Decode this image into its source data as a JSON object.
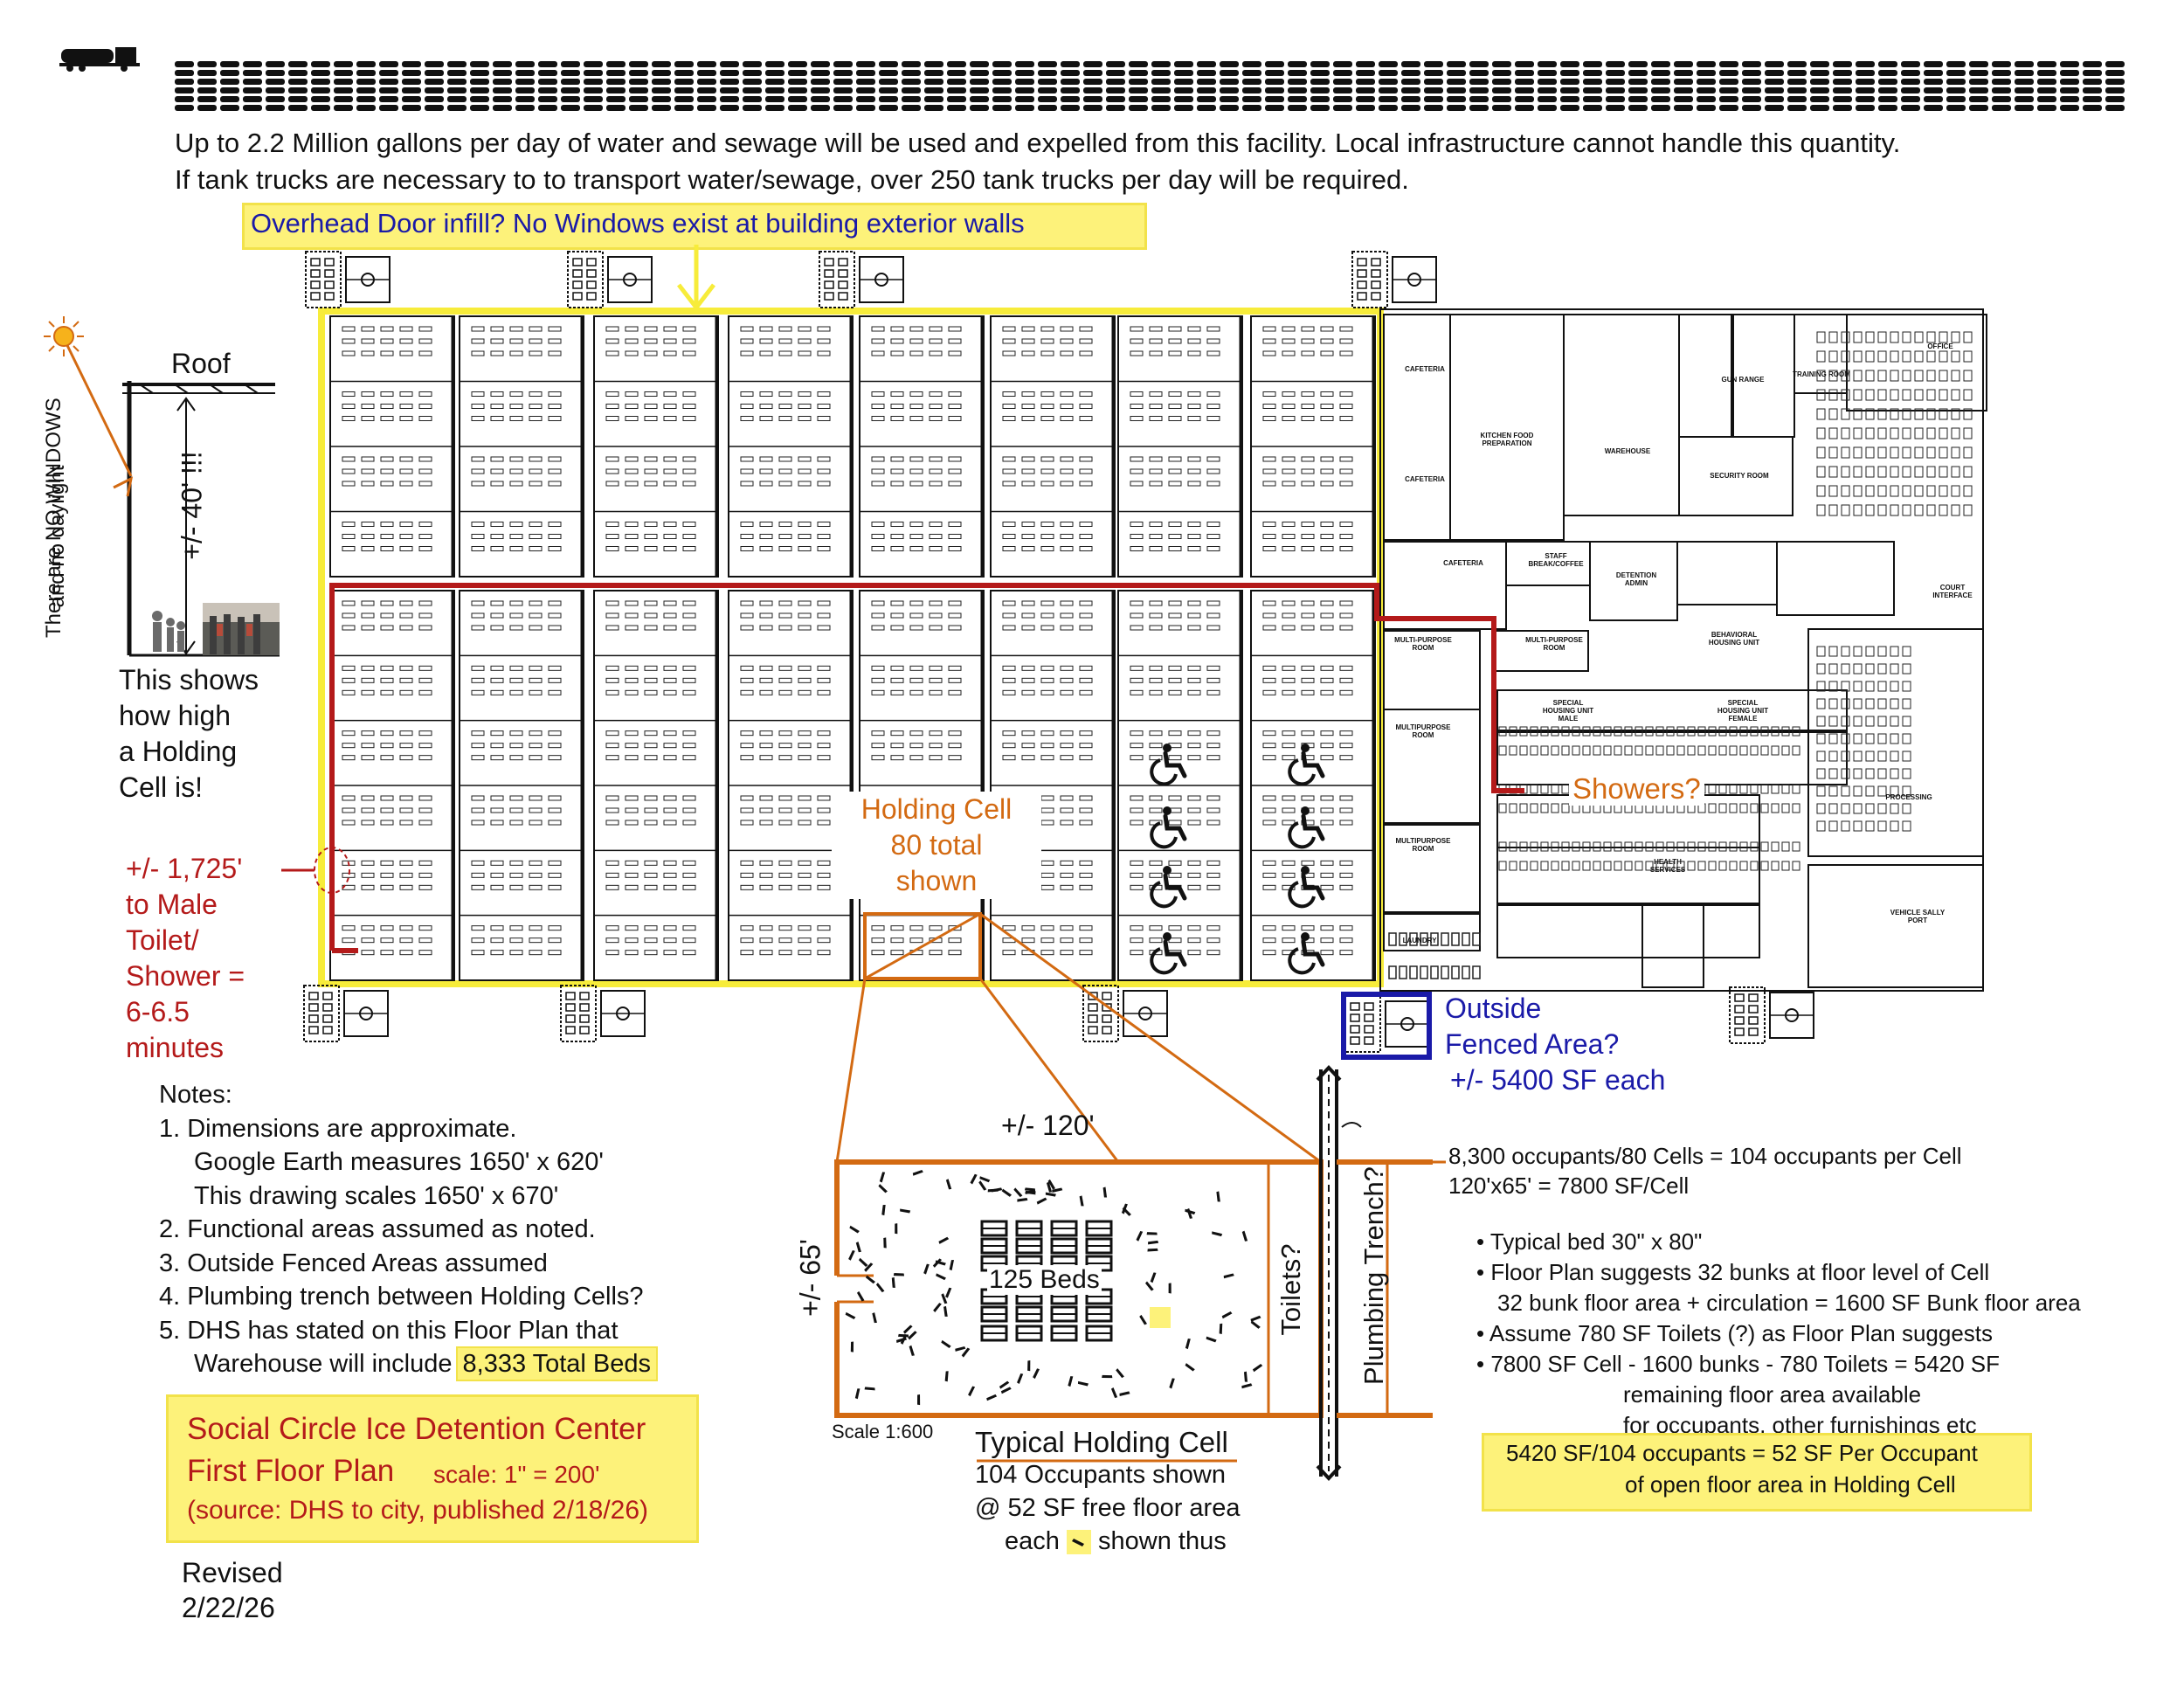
{
  "colors": {
    "yellow_highlight": "#fdf27a",
    "yellow_border": "#f2e24a",
    "red_route": "#b41a1a",
    "orange_callout": "#d36a12",
    "blue_text": "#1a1aa8",
    "plan_black": "#111111"
  },
  "header": {
    "truck_icon": "tank-truck-icon",
    "truck_row_label": "tank trucks row",
    "line1": "Up to 2.2 Million gallons per day of water and sewage will be used and expelled from this facility.  Local infrastructure cannot handle this quantity.",
    "line2": "If tank trucks are necessary to to transport water/sewage, over 250 tank trucks per day will be required."
  },
  "overhead_note": "Overhead Door infill? No Windows exist at building exterior walls",
  "height_diagram": {
    "sun_icon": "sun-icon",
    "roof_label": "Roof",
    "height_label": "+/- 40' !!!",
    "no_windows_line1": "There are NO WINDOWS",
    "no_windows_line2": "and no daylight",
    "caption": [
      "This shows",
      "how high",
      "a Holding",
      "Cell is!"
    ]
  },
  "walk_distance": [
    "+/- 1,725'",
    "to Male",
    "Toilet/",
    "Shower =",
    "6-6.5",
    "minutes"
  ],
  "plan_labels": {
    "holding_cell_callout": [
      "Holding Cell",
      "80 total",
      "shown"
    ],
    "showers_label": "Showers?",
    "outside_fenced": [
      "Outside",
      "Fenced Area?",
      "+/- 5400 SF each"
    ],
    "accessibility_icon": "wheelchair-icon",
    "rooms": [
      "CAFETERIA",
      "CAFETERIA",
      "CAFETERIA",
      "KITCHEN FOOD PREPARATION",
      "WAREHOUSE",
      "GUN RANGE",
      "SECURITY ROOM",
      "TRAINING ROOM",
      "OFFICE",
      "STAFF BREAK/COFFEE",
      "DETENTION ADMIN",
      "COURT INTERFACE",
      "MULTI-PURPOSE ROOM",
      "MULTI-PURPOSE ROOM",
      "MULTIPURPOSE ROOM",
      "MULTIPURPOSE ROOM",
      "BEHAVIORAL HOUSING UNIT",
      "SPECIAL HOUSING UNIT MALE",
      "SPECIAL HOUSING UNIT FEMALE",
      "HEALTH SERVICES",
      "LAUNDRY",
      "PROCESSING",
      "VEHICLE SALLY PORT"
    ]
  },
  "notes": {
    "heading": "Notes:",
    "items": [
      "1. Dimensions are approximate.",
      "Google Earth measures 1650' x 620'",
      "This drawing scales 1650' x 670'",
      "2. Functional areas assumed as noted.",
      "3. Outside Fenced Areas assumed",
      "4. Plumbing trench between Holding Cells?",
      "5. DHS has stated on this Floor Plan that",
      "Warehouse will include"
    ],
    "beds_highlight": "8,333 Total Beds"
  },
  "title_block": {
    "title": "Social Circle Ice Detention Center",
    "subtitle": "First Floor Plan",
    "scale": "scale: 1\" = 200'",
    "source": "(source: DHS to city, published 2/18/26)",
    "revised_label": "Revised",
    "revised_date": "2/22/26"
  },
  "cell_detail": {
    "width_dim": "+/- 120'",
    "depth_dim": "+/- 65'",
    "beds_label": "125 Beds",
    "toilets_label": "Toilets?",
    "trench_label": "Plumbing Trench?",
    "scale_label": "Scale 1:600",
    "title": "Typical Holding Cell",
    "caption1": "104 Occupants shown",
    "caption2": "@ 52 SF free floor area",
    "caption3a": "each",
    "caption3b": "shown thus",
    "occupant_icon": "occupant-mark-icon"
  },
  "calc": {
    "line1": "8,300 occupants/80 Cells = 104 occupants per Cell",
    "line2": "120'x65' = 7800 SF/Cell",
    "bullets": [
      "Typical bed 30\" x 80\"",
      "Floor Plan suggests 32 bunks at floor level of Cell",
      "32 bunk floor area + circulation = 1600 SF Bunk floor area",
      "Assume 780 SF Toilets (?) as Floor Plan suggests",
      "7800 SF Cell - 1600 bunks - 780 Toilets = 5420 SF"
    ],
    "cont1": "remaining floor area available",
    "cont2": "for occupants, other furnishings etc",
    "result1": "5420 SF/104 occupants = 52 SF Per Occupant",
    "result2": "of open floor area in Holding Cell"
  }
}
